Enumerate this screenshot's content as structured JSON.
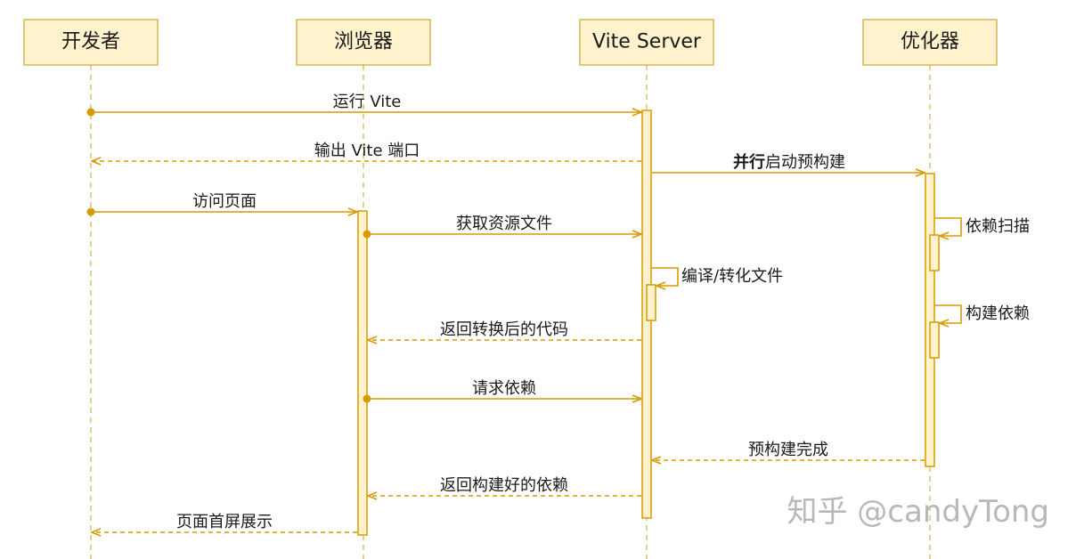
{
  "participants": [
    {
      "id": "dev",
      "label": "开发者"
    },
    {
      "id": "browser",
      "label": "浏览器"
    },
    {
      "id": "vite",
      "label": "Vite Server"
    },
    {
      "id": "optimizer",
      "label": "优化器"
    }
  ],
  "messages": [
    {
      "id": "run-vite",
      "from": "dev",
      "to": "vite",
      "label": "运行 Vite",
      "style": "solid"
    },
    {
      "id": "output-port",
      "from": "vite",
      "to": "dev",
      "label": "输出 Vite 端口",
      "style": "dashed"
    },
    {
      "id": "parallel-prebuild",
      "from": "vite",
      "to": "optimizer",
      "label_bold": "并行",
      "label": "启动预构建",
      "style": "solid"
    },
    {
      "id": "visit-page",
      "from": "dev",
      "to": "browser",
      "label": "访问页面",
      "style": "solid"
    },
    {
      "id": "fetch-resources",
      "from": "browser",
      "to": "vite",
      "label": "获取资源文件",
      "style": "solid"
    },
    {
      "id": "return-code",
      "from": "vite",
      "to": "browser",
      "label": "返回转换后的代码",
      "style": "dashed"
    },
    {
      "id": "request-deps",
      "from": "browser",
      "to": "vite",
      "label": "请求依赖",
      "style": "solid"
    },
    {
      "id": "prebuild-done",
      "from": "optimizer",
      "to": "vite",
      "label": "预构建完成",
      "style": "dashed"
    },
    {
      "id": "return-deps",
      "from": "vite",
      "to": "browser",
      "label": "返回构建好的依赖",
      "style": "dashed"
    },
    {
      "id": "first-screen",
      "from": "browser",
      "to": "dev",
      "label": "页面首屏展示",
      "style": "dashed"
    }
  ],
  "self_messages": [
    {
      "id": "compile-transform",
      "on": "vite",
      "label": "编译/转化文件"
    },
    {
      "id": "dep-scan",
      "on": "optimizer",
      "label": "依赖扫描"
    },
    {
      "id": "build-deps",
      "on": "optimizer",
      "label": "构建依赖"
    }
  ],
  "watermark": "知乎 @candyTong",
  "colors": {
    "box_fill": "#fff2cc",
    "box_stroke": "#d6b656",
    "arrow": "#d79b00",
    "text": "#1a1a1a",
    "watermark": "#b8b8b8"
  }
}
